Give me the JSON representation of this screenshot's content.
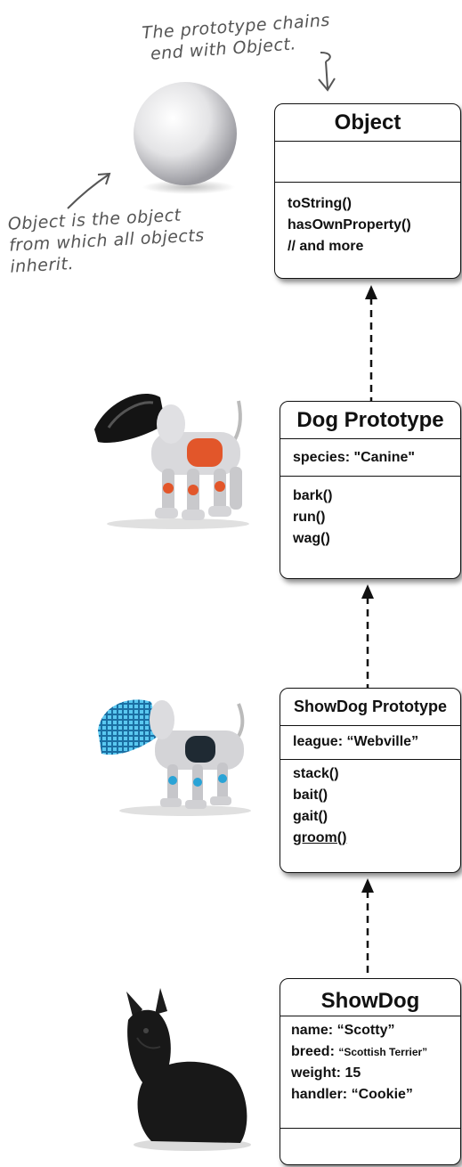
{
  "annotations": {
    "top_line1": "The prototype chains",
    "top_line2": "end with Object.",
    "left_line1": "Object is the object",
    "left_line2": "from which all objects",
    "left_line3": "inherit."
  },
  "boxes": {
    "object": {
      "title": "Object",
      "methods": [
        "toString()",
        "hasOwnProperty()",
        "// and more"
      ]
    },
    "dog_prototype": {
      "title": "Dog Prototype",
      "property": "species: \"Canine\"",
      "methods": [
        "bark()",
        "run()",
        "wag()"
      ]
    },
    "showdog_prototype": {
      "title": "ShowDog Prototype",
      "property": "league: “Webville”",
      "methods": [
        "stack()",
        "bait()",
        "gait()",
        "groom()"
      ]
    },
    "showdog": {
      "title": "ShowDog",
      "props": {
        "name": "name: “Scotty”",
        "breed_label": "breed:",
        "breed_value": "“Scottish Terrier”",
        "weight": "weight: 15",
        "handler": "handler: “Cookie”"
      }
    }
  },
  "images": {
    "sphere": "sphere",
    "robot_dog_orange": "robot dog orange",
    "robot_dog_blue": "robot dog blue",
    "scottish_terrier": "scottish terrier"
  }
}
